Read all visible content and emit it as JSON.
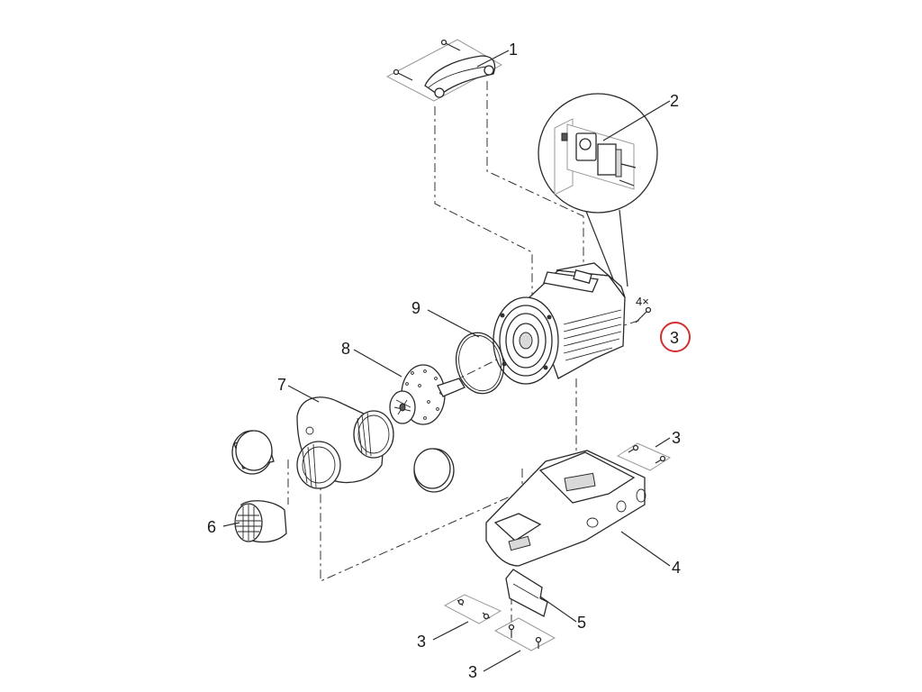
{
  "labels": {
    "part1": "1",
    "part2": "2",
    "part3_housing": "3",
    "part3_base_right": "3",
    "part3_bottom_left": "3",
    "part3_bottom_center": "3",
    "part4": "4",
    "part5": "5",
    "part6": "6",
    "part7": "7",
    "part8": "8",
    "part9": "9"
  },
  "quantity": "4×",
  "highlight": {
    "target": "part3_housing",
    "color": "#d32f2f"
  }
}
